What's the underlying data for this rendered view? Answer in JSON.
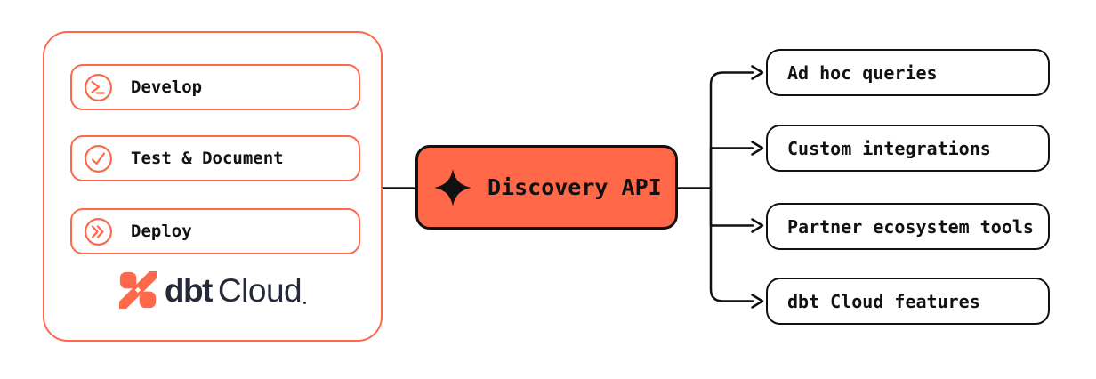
{
  "colors": {
    "accent_orange": "#FF694B",
    "hub_fill": "#FF6849",
    "line_black": "#111111",
    "logo_navy": "#262A38",
    "background": "#FFFFFF"
  },
  "pipeline_panel": {
    "items": [
      {
        "label": "Develop",
        "icon": "terminal-prompt-icon"
      },
      {
        "label": "Test & Document",
        "icon": "check-circle-icon"
      },
      {
        "label": "Deploy",
        "icon": "double-chevron-right-icon"
      }
    ],
    "logo": {
      "word_bold": "dbt",
      "word_regular": "Cloud"
    }
  },
  "hub": {
    "label": "Discovery API",
    "icon": "sparkle-icon"
  },
  "consumers": [
    {
      "label": "Ad hoc queries"
    },
    {
      "label": "Custom integrations"
    },
    {
      "label": "Partner ecosystem tools"
    },
    {
      "label": "dbt Cloud features"
    }
  ]
}
